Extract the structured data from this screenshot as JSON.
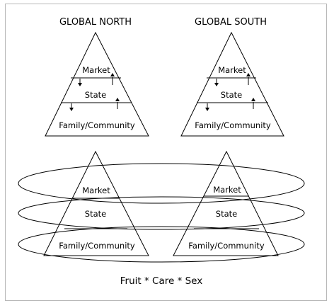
{
  "titles": {
    "north": "GLOBAL NORTH",
    "south": "GLOBAL SOUTH"
  },
  "levels": {
    "market": "Market",
    "state": "State",
    "family": "Family/Community"
  },
  "caption": "Fruit * Care * Sex",
  "colors": {
    "line": "#000000",
    "border": "#b8b8b8",
    "background": "#ffffff"
  }
}
